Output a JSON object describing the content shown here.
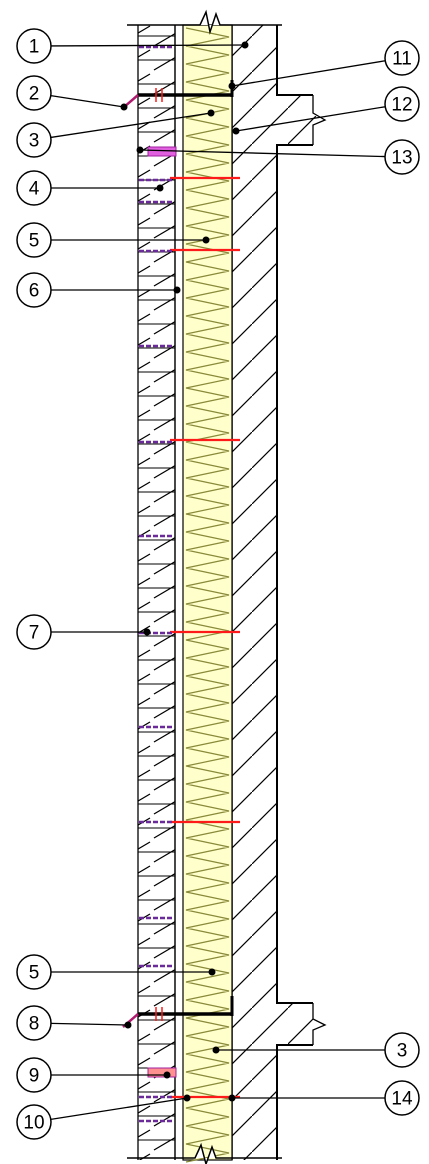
{
  "drawing": {
    "colors": {
      "line": "#000000",
      "insulation_fill": "#ffffcc",
      "insulation_zigzag": "#8a8a3a",
      "tie": "#ff1a1a",
      "dpc": "#b01a6e",
      "joint_mark": "#6a2a9a",
      "hatch": "#000000",
      "background": "#ffffff"
    },
    "callouts": [
      {
        "id": "c1",
        "label": "1"
      },
      {
        "id": "c2",
        "label": "2"
      },
      {
        "id": "c3a",
        "label": "3"
      },
      {
        "id": "c4",
        "label": "4"
      },
      {
        "id": "c5a",
        "label": "5"
      },
      {
        "id": "c6",
        "label": "6"
      },
      {
        "id": "c7",
        "label": "7"
      },
      {
        "id": "c5b",
        "label": "5"
      },
      {
        "id": "c8",
        "label": "8"
      },
      {
        "id": "c9",
        "label": "9"
      },
      {
        "id": "c10",
        "label": "10"
      },
      {
        "id": "c11",
        "label": "11"
      },
      {
        "id": "c12",
        "label": "12"
      },
      {
        "id": "c13",
        "label": "13"
      },
      {
        "id": "c3b",
        "label": "3"
      },
      {
        "id": "c14",
        "label": "14"
      }
    ]
  }
}
